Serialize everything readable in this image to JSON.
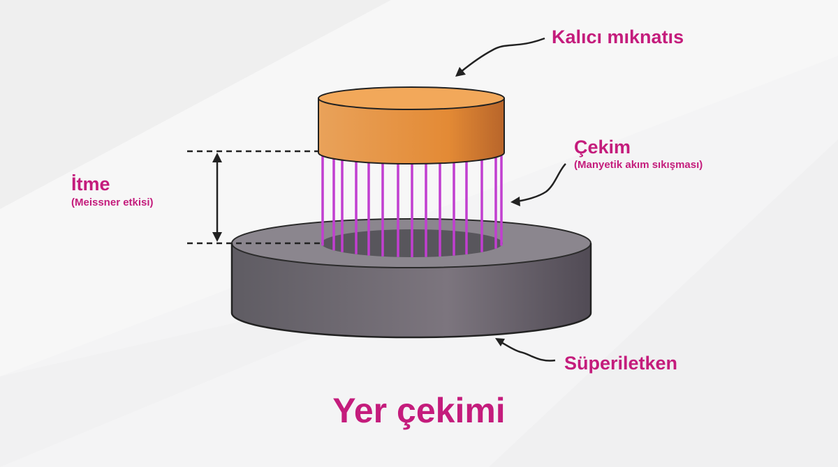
{
  "labels": {
    "magnet": "Kalıcı mıknatıs",
    "attraction": "Çekim",
    "attraction_note": "(Manyetik akım sıkışması)",
    "repulsion": "İtme",
    "repulsion_note": "(Meissner etkisi)",
    "superconductor": "Süperiletken"
  },
  "title": "Yer çekimi",
  "colors": {
    "accent": "#c41c7c",
    "magnet": "#e88f3a",
    "superconductor": "#6e6a72",
    "flux_lines": "#c13fd0"
  }
}
